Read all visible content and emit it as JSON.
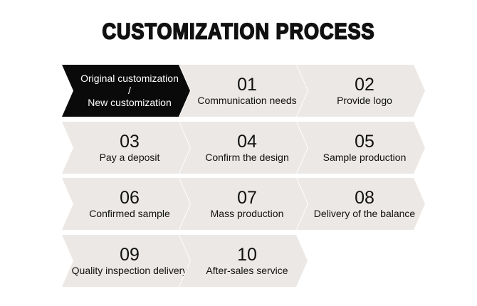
{
  "title": "CUSTOMIZATION PROCESS",
  "start": {
    "line1": "Original customization",
    "line2": "/",
    "line3": "New customization"
  },
  "steps": [
    {
      "num": "01",
      "label": "Communication needs"
    },
    {
      "num": "02",
      "label": "Provide logo"
    },
    {
      "num": "03",
      "label": "Pay a deposit"
    },
    {
      "num": "04",
      "label": "Confirm the design"
    },
    {
      "num": "05",
      "label": "Sample production"
    },
    {
      "num": "06",
      "label": "Confirmed sample"
    },
    {
      "num": "07",
      "label": "Mass production"
    },
    {
      "num": "08",
      "label": "Delivery of the balance"
    },
    {
      "num": "09",
      "label": "Quality inspection delivery"
    },
    {
      "num": "10",
      "label": "After-sales service"
    }
  ],
  "colors": {
    "step_bg": "#ebe8e5",
    "start_bg": "#0a0a0a"
  }
}
